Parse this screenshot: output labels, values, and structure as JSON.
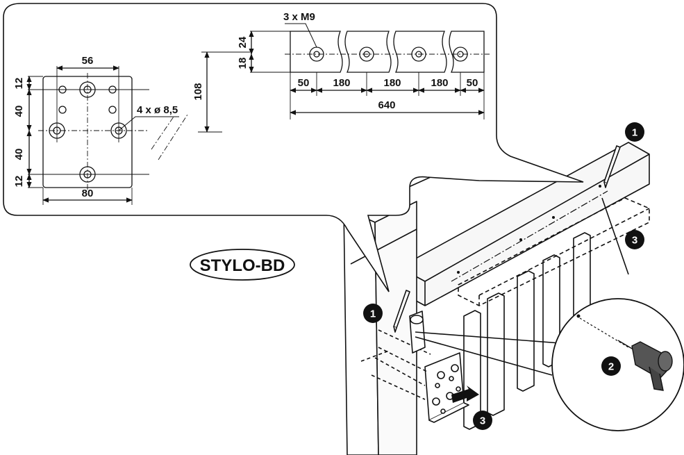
{
  "product_label": "STYLO-BD",
  "bracket_drawing": {
    "width": "80",
    "hole_spacing": "56",
    "edge_top": "12",
    "gap_upper": "40",
    "gap_lower": "40",
    "edge_bottom": "12",
    "holes_note": "4 x ø 8,5"
  },
  "rail_drawing": {
    "holes_note": "3 x M9",
    "height_upper": "24",
    "height_lower": "18",
    "offset": "108",
    "seg_end_left": "50",
    "seg_1": "180",
    "seg_2": "180",
    "seg_3": "180",
    "seg_end_right": "50",
    "total": "640"
  },
  "steps": {
    "mark_top": "1",
    "mark_post": "1",
    "drill": "2",
    "fix_rail": "3",
    "fix_bracket": "3"
  }
}
